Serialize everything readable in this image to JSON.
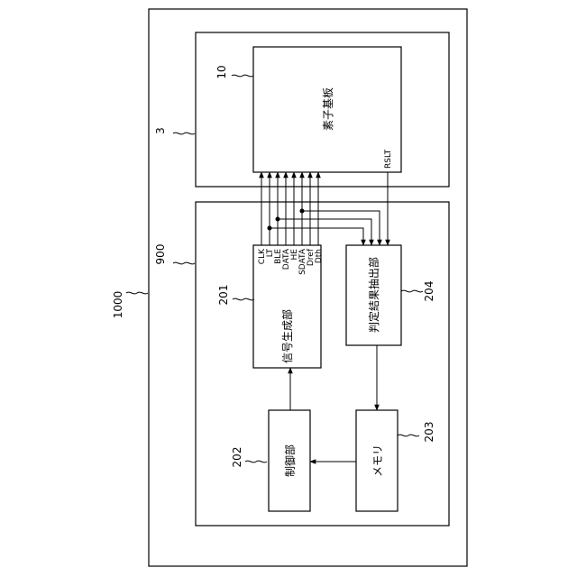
{
  "labels": {
    "board": "素子基板",
    "signal_gen": "信号生成部",
    "result_extract": "判定結果抽出部",
    "memory": "メモリ",
    "control": "制御部",
    "rslt": "RSLT"
  },
  "refs": {
    "system": "1000",
    "head": "3",
    "board": "10",
    "main": "900",
    "signal_gen": "201",
    "control": "202",
    "memory": "203",
    "result_extract": "204"
  },
  "signals": [
    "CLK",
    "LT",
    "BLE",
    "DATA",
    "HE",
    "SDATA",
    "Dref",
    "Dth"
  ]
}
